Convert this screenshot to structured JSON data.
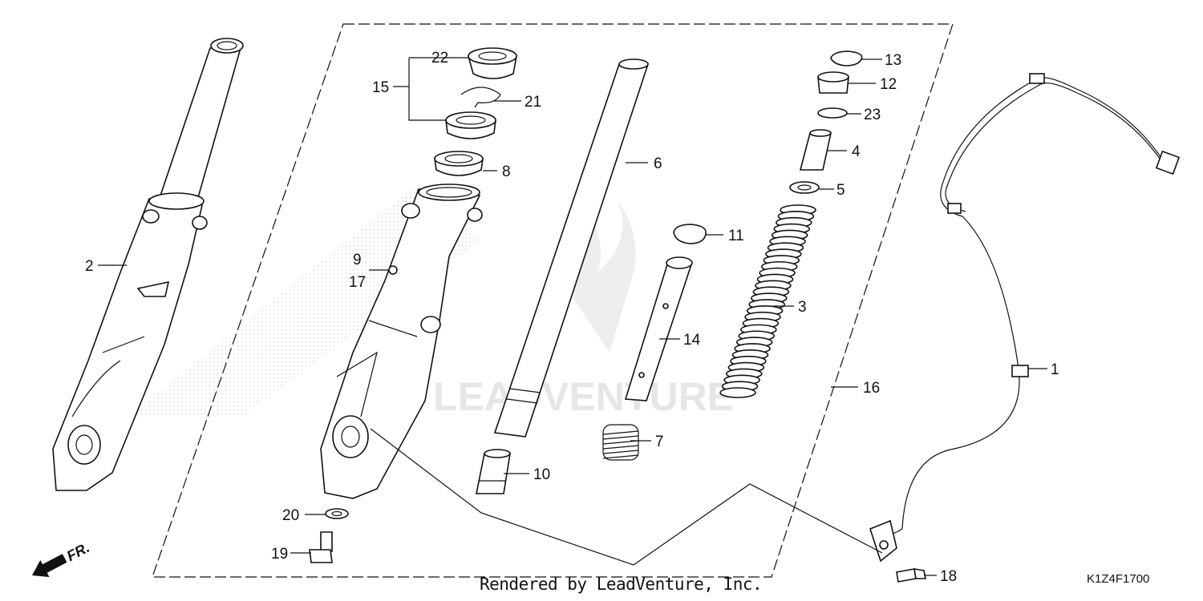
{
  "watermark": "LEADVENTURE",
  "front_indicator": "FR.",
  "credit": "Rendered by LeadVenture, Inc.",
  "diagram_code": "K1Z4F1700",
  "callouts": {
    "c1": "1",
    "c2": "2",
    "c3": "3",
    "c4": "4",
    "c5": "5",
    "c6": "6",
    "c7": "7",
    "c8": "8",
    "c9": "9",
    "c10": "10",
    "c11": "11",
    "c12": "12",
    "c13": "13",
    "c14": "14",
    "c15": "15",
    "c16": "16",
    "c17": "17",
    "c18": "18",
    "c19": "19",
    "c20": "20",
    "c21": "21",
    "c22": "22",
    "c23": "23"
  }
}
